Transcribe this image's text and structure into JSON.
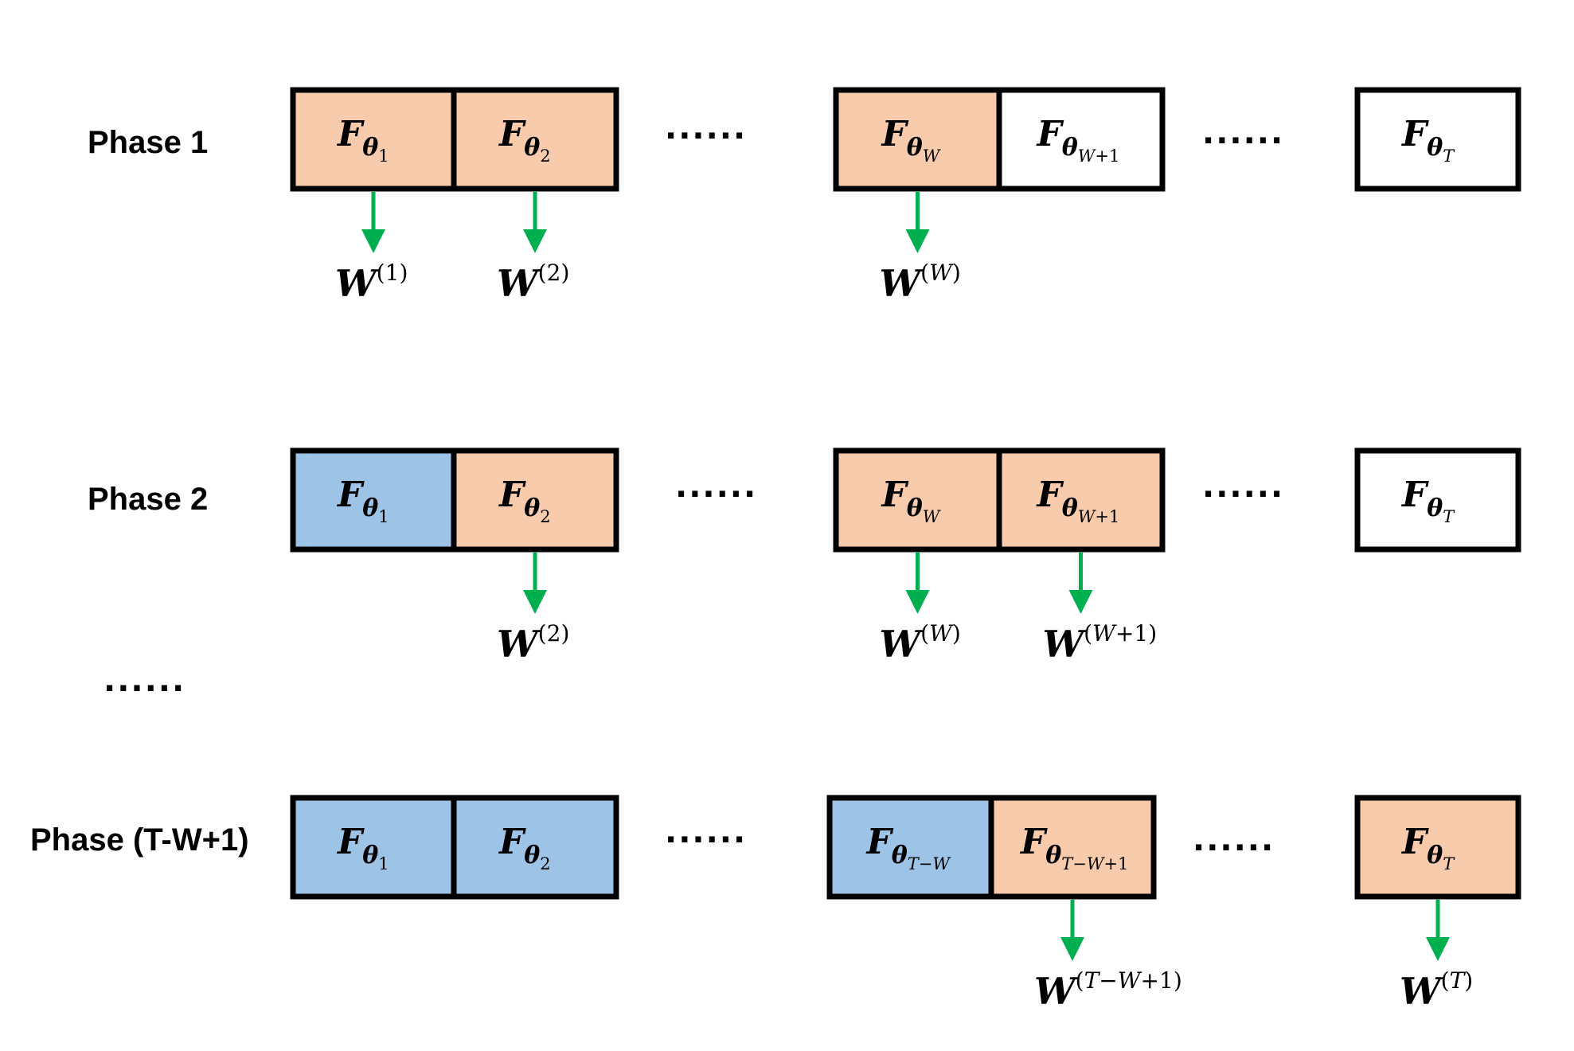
{
  "colors": {
    "orange": "#F8CBAD",
    "blue": "#9DC3E6",
    "white": "#FFFFFF",
    "border": "#000000",
    "arrow": "#00B050"
  },
  "phases": [
    {
      "label": "Phase 1",
      "cells": [
        {
          "sub": "1",
          "fill": "orange",
          "output": "1"
        },
        {
          "sub": "2",
          "fill": "orange",
          "output": "2"
        },
        {
          "sub": "W",
          "fill": "orange",
          "output": "W"
        },
        {
          "sub": "W+1",
          "fill": "white",
          "output": null
        },
        {
          "sub": "T",
          "fill": "white",
          "output": null
        }
      ]
    },
    {
      "label": "Phase 2",
      "cells": [
        {
          "sub": "1",
          "fill": "blue",
          "output": null
        },
        {
          "sub": "2",
          "fill": "orange",
          "output": "2"
        },
        {
          "sub": "W",
          "fill": "orange",
          "output": "W"
        },
        {
          "sub": "W+1",
          "fill": "orange",
          "output": "W+1"
        },
        {
          "sub": "T",
          "fill": "white",
          "output": null
        }
      ]
    },
    {
      "label": "Phase (T-W+1)",
      "cells": [
        {
          "sub": "1",
          "fill": "blue",
          "output": null
        },
        {
          "sub": "2",
          "fill": "blue",
          "output": null
        },
        {
          "sub": "T-W",
          "fill": "blue",
          "output": null
        },
        {
          "sub": "T-W+1",
          "fill": "orange",
          "output": "T-W+1"
        },
        {
          "sub": "T",
          "fill": "orange",
          "output": "T"
        }
      ]
    }
  ],
  "ellipsis": "......",
  "between_phases_ellipsis": "......"
}
